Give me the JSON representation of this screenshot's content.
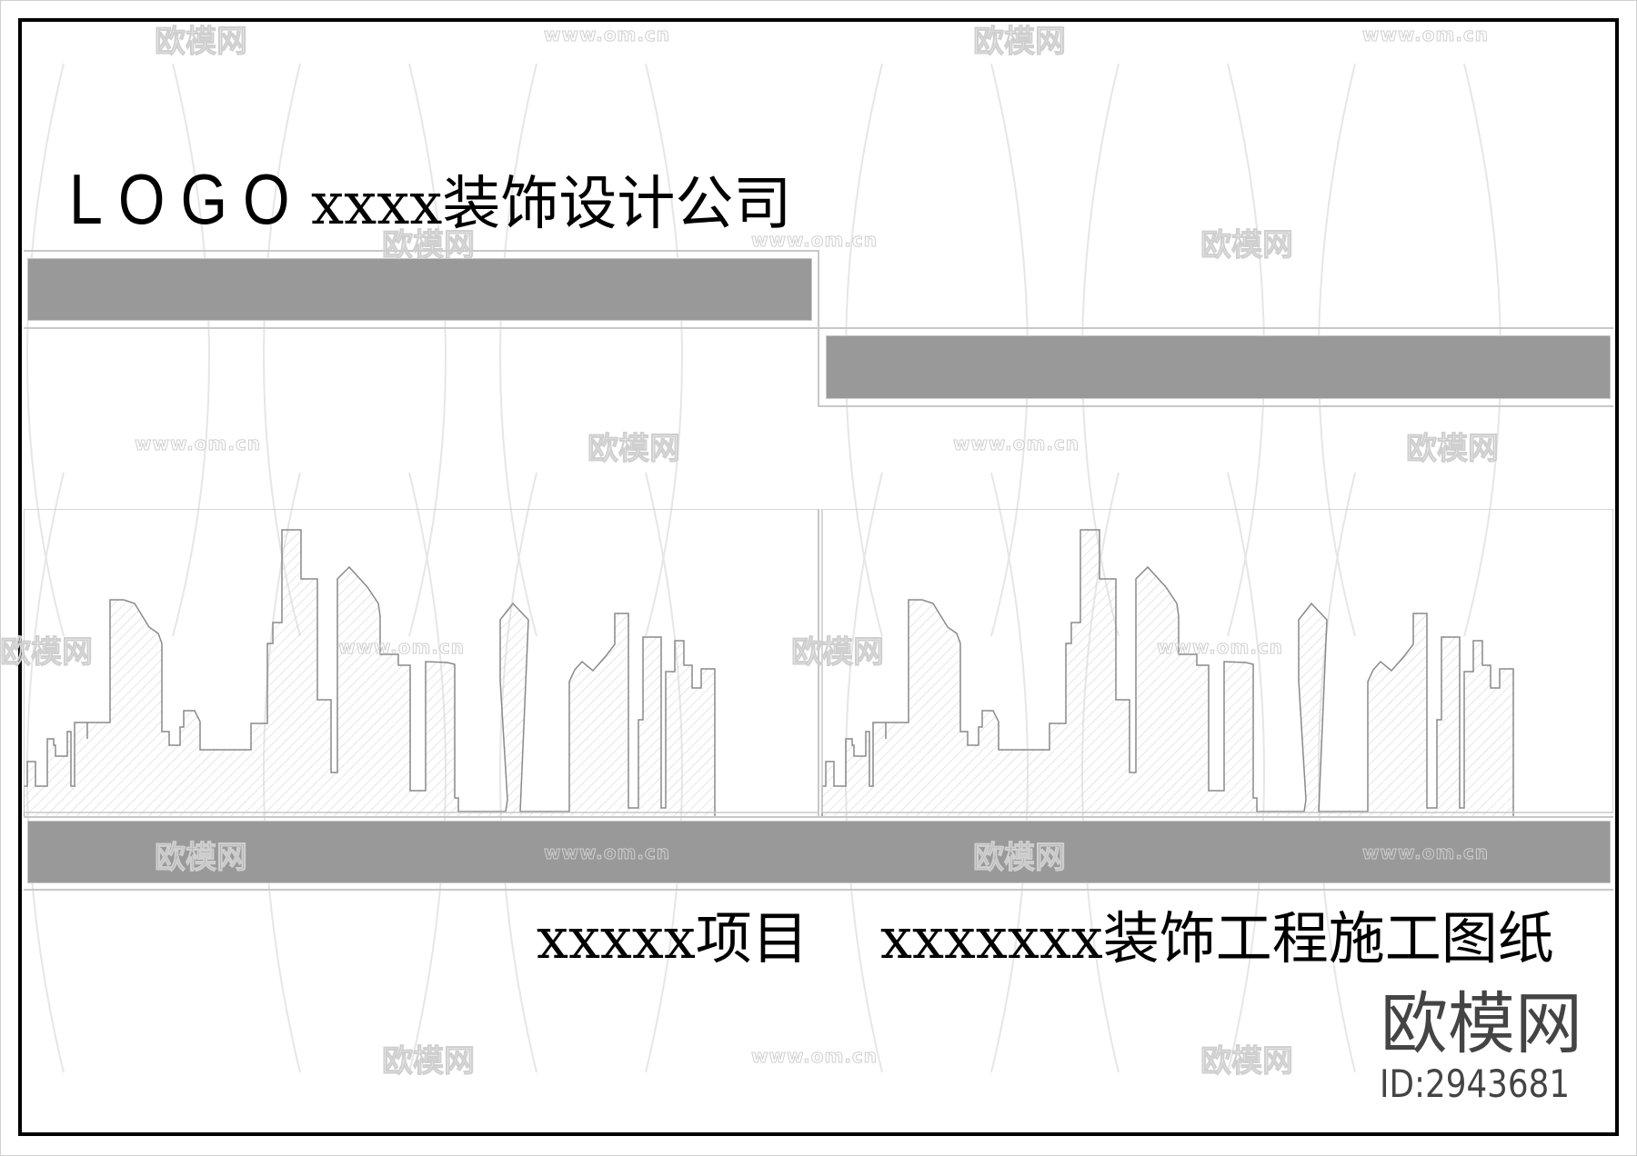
{
  "cover": {
    "logo": "LOGO",
    "company_name": "xxxx装饰设计公司",
    "project_name": "xxxxx项目",
    "drawing_title": "xxxxxxx装饰工程施工图纸"
  },
  "brand_stamp": {
    "name": "欧模网",
    "id_label": "ID:2943681"
  },
  "watermarks": {
    "brand": "欧模网",
    "url": "www.om.cn"
  },
  "colors": {
    "band": "#999999",
    "frame": "#000000",
    "guide_lines": "#c8c8c8",
    "skyline_stroke": "#8a8a8a",
    "skyline_hatch": "#d6d6d6",
    "stamp_text": "#444444"
  }
}
